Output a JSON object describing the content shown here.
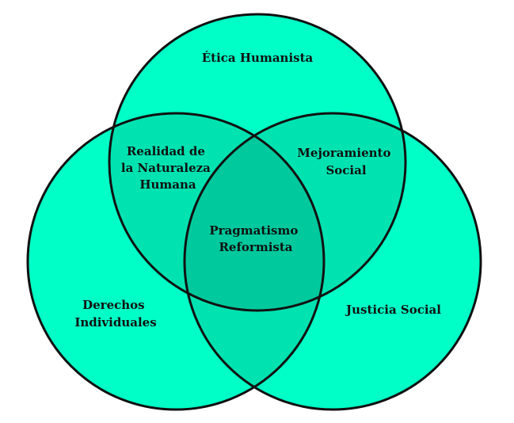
{
  "colors": {
    "fill": "#00ffc6",
    "overlap_pair": "#00e3b1",
    "overlap_center": "#00c99d",
    "stroke": "#111111"
  },
  "diagram": {
    "type": "three-set-venn",
    "sets": [
      {
        "id": "top",
        "label": [
          "Ética Humanista"
        ]
      },
      {
        "id": "left",
        "label": [
          "Derechos",
          "Individuales"
        ]
      },
      {
        "id": "right",
        "label": [
          "Justicia Social"
        ]
      }
    ],
    "intersections": [
      {
        "id": "top-left",
        "label": [
          "Realidad de",
          "la Naturaleza",
          "Humana"
        ]
      },
      {
        "id": "top-right",
        "label": [
          "Mejoramiento",
          "Social"
        ]
      },
      {
        "id": "center",
        "label": [
          "Pragmatismo",
          "Reformista"
        ]
      }
    ]
  }
}
